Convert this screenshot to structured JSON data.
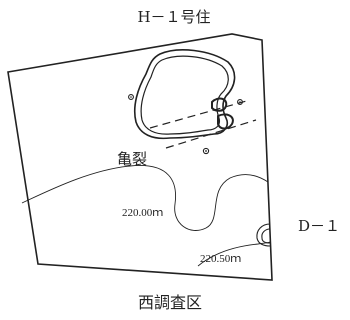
{
  "labels": {
    "top_feature": "H－１号住",
    "crack": "亀裂",
    "contour_1": "220.00ｍ",
    "contour_2": "220.50ｍ",
    "right_feature": "D－１",
    "area_name": "西調査区"
  },
  "colors": {
    "line": "#222222",
    "background": "#ffffff"
  }
}
